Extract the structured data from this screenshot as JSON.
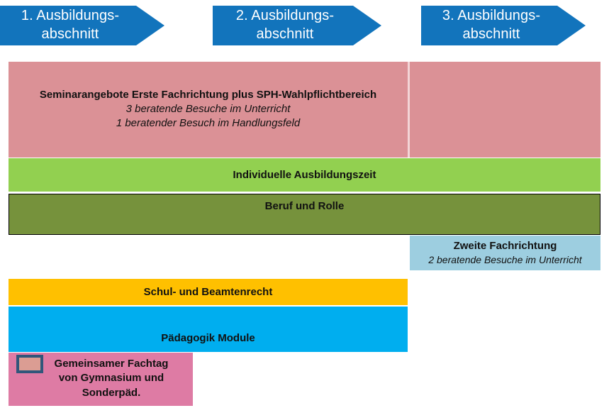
{
  "diagram": {
    "title": "Ausbildungsabschnitte",
    "colors": {
      "arrow_blue": "#1274BC",
      "seminar_rose": "#DB9196",
      "seminar_divider": "#F3D5D7",
      "individual_green": "#92D050",
      "role_olive": "#76923C",
      "role_border": "#000000",
      "second_subject_blue": "#9DCEE0",
      "law_amber": "#FFC000",
      "pedagogy_cyan": "#00AEEF",
      "fachtag_rose": "#DE7BA4",
      "swatch_fill": "#DB9D93",
      "swatch_border": "#31567B",
      "text_dark": "#111111",
      "text_light": "#FFFFFF"
    },
    "phases": [
      {
        "id": "phase-1",
        "label": "1. Ausbildungs-\nabschnitt"
      },
      {
        "id": "phase-2",
        "label": "2. Ausbildungs-\nabschnitt"
      },
      {
        "id": "phase-3",
        "label": "3. Ausbildungs-\nabschnitt"
      }
    ],
    "bands": {
      "seminar": {
        "heading": "Seminarangebote Erste Fachrichtung plus SPH-Wahlpflichtbereich",
        "detail_1": "3 beratende Besuche im Unterricht",
        "detail_2": "1 beratender Besuch im Handlungsfeld"
      },
      "individual": {
        "heading": "Individuelle Ausbildungszeit"
      },
      "role": {
        "heading": "Beruf und Rolle"
      },
      "second_subject": {
        "heading": "Zweite Fachrichtung",
        "detail_1": "2 beratende Besuche im Unterricht"
      },
      "law": {
        "heading": "Schul- und Beamtenrecht"
      },
      "pedagogy": {
        "heading": "Pädagogik Module"
      },
      "fachtag": {
        "heading": "Gemeinsamer Fachtag\nvon Gymnasium und\nSonderpäd.",
        "swatch_name": "colour-key-swatch"
      }
    }
  }
}
